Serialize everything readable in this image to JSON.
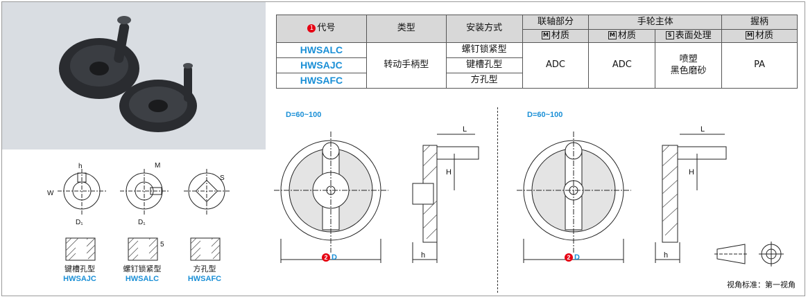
{
  "table": {
    "h_code": "代号",
    "h_code_num": "1",
    "h_type": "类型",
    "h_mount": "安装方式",
    "h_shaft": "联轴部分",
    "h_body": "手轮主体",
    "h_grip": "握柄",
    "m_letter": "M",
    "s_letter": "S",
    "h_material": "材质",
    "h_surface": "表面处理",
    "codes": [
      "HWSALC",
      "HWSAJC",
      "HWSAFC"
    ],
    "type_value": "转动手柄型",
    "mounts": [
      "螺钉锁紧型",
      "键槽孔型",
      "方孔型"
    ],
    "shaft_material": "ADC",
    "body_material": "ADC",
    "surface_line1": "喷塑",
    "surface_line2": "黑色磨砂",
    "grip_material": "PA"
  },
  "drawings": {
    "range_label_1": "D=60~100",
    "range_label_2": "D=60~100",
    "dim_D": "D",
    "dim_D_num": "2",
    "dim_L": "L",
    "dim_H": "H",
    "dim_h": "h",
    "small_h": "h",
    "small_M": "M",
    "small_W": "W",
    "small_D1": "D₁",
    "small_S": "S",
    "small_5": "5"
  },
  "captions": [
    {
      "name": "键槽孔型",
      "code": "HWSAJC"
    },
    {
      "name": "螺钉锁紧型",
      "code": "HWSALC"
    },
    {
      "name": "方孔型",
      "code": "HWSAFC"
    }
  ],
  "view_standard": "视角标准：第一视角",
  "colors": {
    "accent": "#1a8fd6",
    "red": "#e60012",
    "header": "#d8d8d8",
    "photo_bg": "#d9dde2"
  }
}
